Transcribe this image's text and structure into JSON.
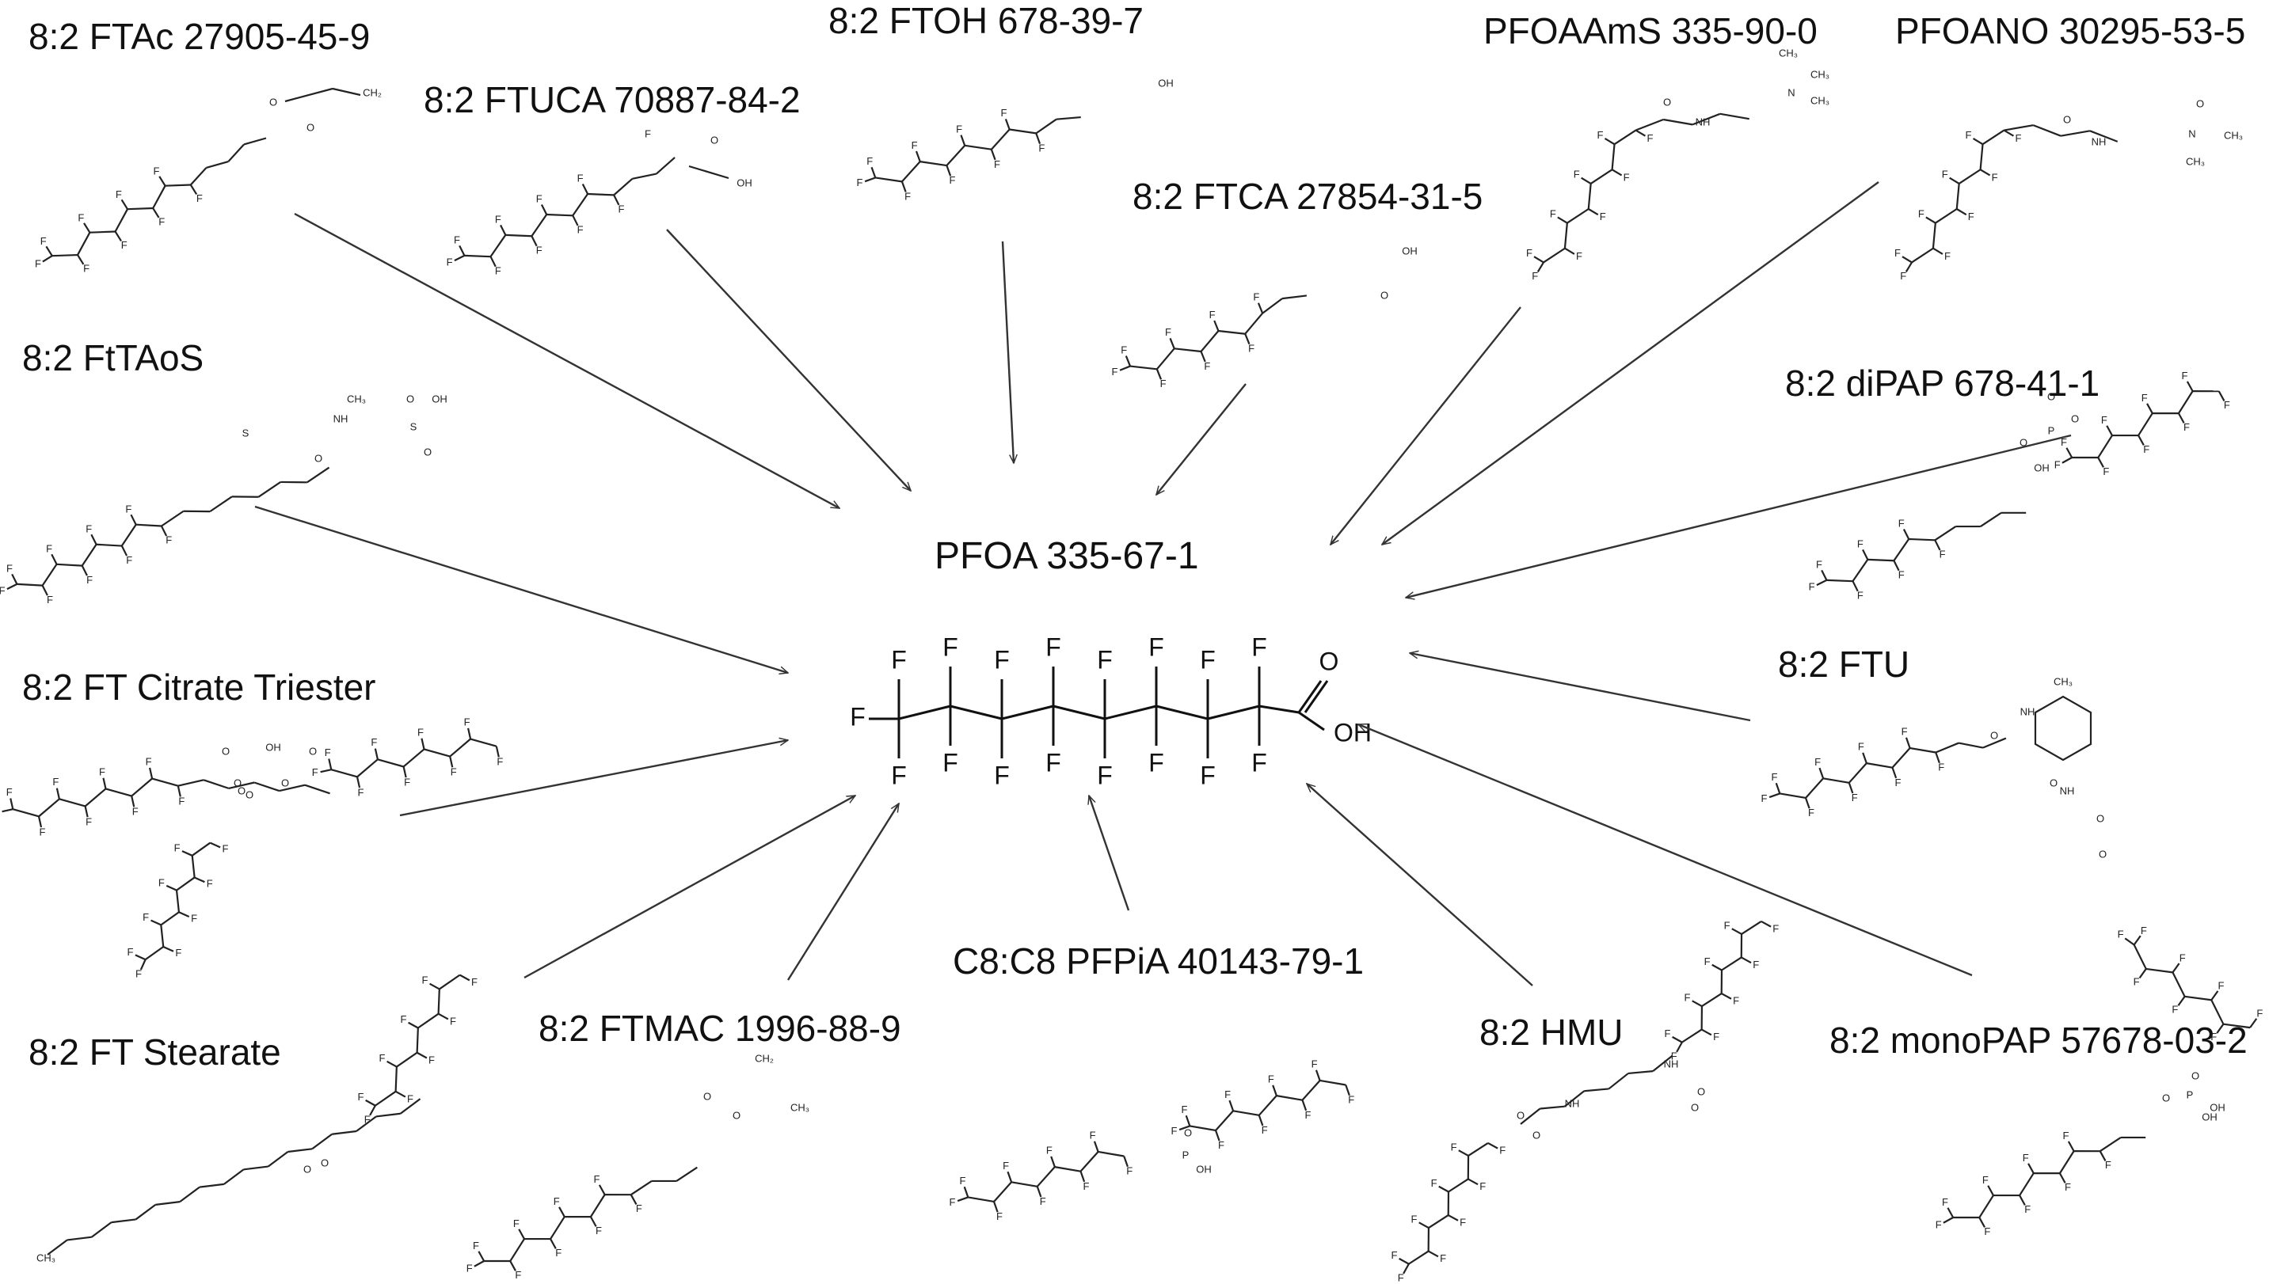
{
  "center": {
    "label": "PFOA  335-67-1",
    "structure": {
      "carbons": 8,
      "fluorine_label": "F",
      "acid_oxygen": "O",
      "acid_group": "OH"
    }
  },
  "precursors": [
    {
      "id": "ftac",
      "label": "8:2 FTAc   27905-45-9",
      "groups": [
        "O",
        "O",
        "CH₂"
      ]
    },
    {
      "id": "ftuca",
      "label": "8:2 FTUCA   70887-84-2",
      "groups": [
        "F",
        "O",
        "OH"
      ]
    },
    {
      "id": "ftoh",
      "label": "8:2 FTOH  678-39-7",
      "groups": [
        "OH"
      ]
    },
    {
      "id": "ftca",
      "label": "8:2 FTCA  27854-31-5",
      "groups": [
        "O",
        "OH"
      ]
    },
    {
      "id": "pfoaams",
      "label": "PFOAAmS 335-90-0",
      "groups": [
        "O",
        "NH",
        "N",
        "CH₃",
        "CH₃",
        "CH₃"
      ]
    },
    {
      "id": "pfoano",
      "label": "PFOANO  30295-53-5",
      "groups": [
        "O",
        "NH",
        "N",
        "O",
        "CH₃",
        "CH₃"
      ]
    },
    {
      "id": "fttaos",
      "label": "8:2 FtTAoS",
      "groups": [
        "S",
        "NH",
        "O",
        "CH₃",
        "S",
        "O",
        "O",
        "OH"
      ]
    },
    {
      "id": "dipap",
      "label": "8:2 diPAP  678-41-1",
      "groups": [
        "O",
        "P",
        "O",
        "O",
        "OH"
      ]
    },
    {
      "id": "citrate",
      "label": "8:2 FT Citrate Triester",
      "groups": [
        "O",
        "O",
        "OH",
        "O",
        "O",
        "O",
        "O"
      ]
    },
    {
      "id": "ftu",
      "label": "8:2 FTU",
      "groups": [
        "O",
        "NH",
        "CH₃",
        "O",
        "NH",
        "O",
        "O"
      ]
    },
    {
      "id": "stearate",
      "label": "8:2 FT Stearate",
      "groups": [
        "O",
        "O",
        "CH₃"
      ]
    },
    {
      "id": "ftmac",
      "label": "8:2 FTMAC 1996-88-9",
      "groups": [
        "O",
        "O",
        "CH₂",
        "CH₃"
      ]
    },
    {
      "id": "pfpia",
      "label": "C8:C8  PFPiA  40143-79-1",
      "groups": [
        "P",
        "O",
        "OH"
      ]
    },
    {
      "id": "hmu",
      "label": "8:2 HMU",
      "groups": [
        "O",
        "O",
        "NH",
        "NH",
        "O",
        "O"
      ]
    },
    {
      "id": "monopap",
      "label": "8:2 monoPAP  57678-03-2",
      "groups": [
        "O",
        "P",
        "O",
        "OH",
        "OH"
      ]
    }
  ],
  "atom_labels": {
    "fluorine": "F"
  },
  "colors": {
    "ink": "#111111",
    "arrow": "#333333",
    "background": "#ffffff"
  }
}
